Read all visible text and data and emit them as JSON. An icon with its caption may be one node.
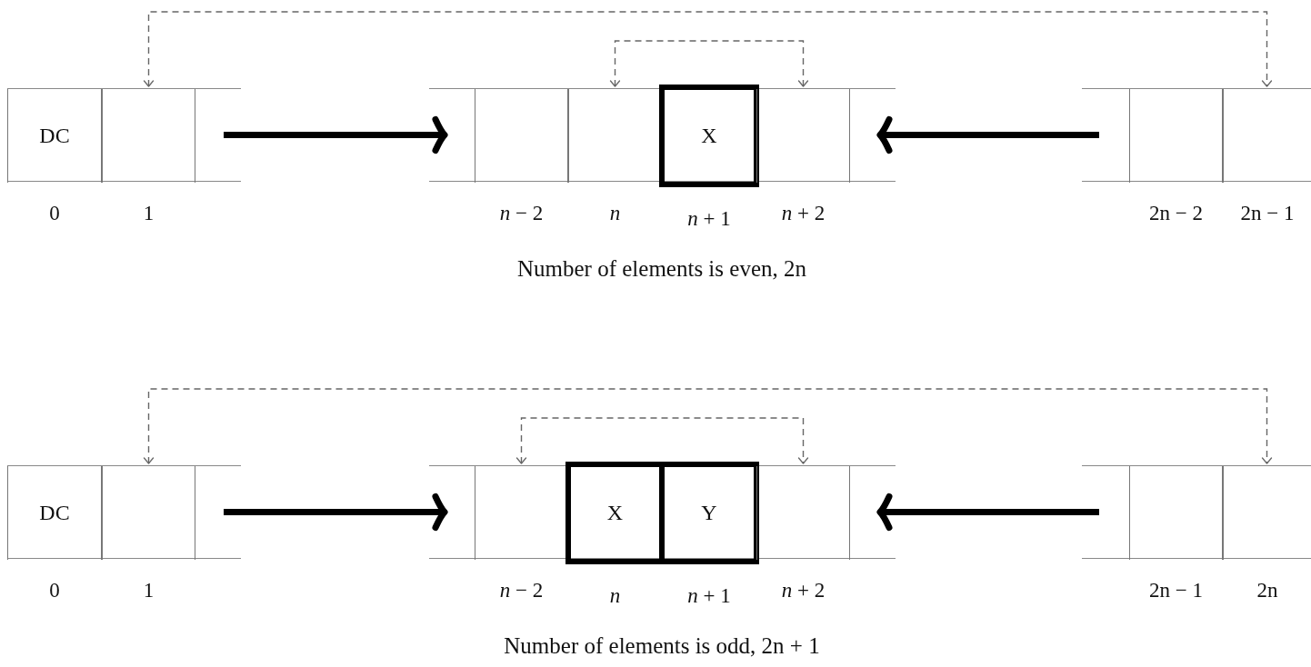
{
  "diagram": {
    "nodes": [
      {
        "text": [],
        "shape": "bar"
      },
      {
        "text": [
          "DC"
        ],
        "in": 0,
        "beside": [
          "0"
        ]
      },
      {
        "text": [],
        "shape": "box",
        "in": 0,
        "beside": [
          "1"
        ]
      },
      {
        "text": [],
        "shape": "bar"
      },
      {
        "text": [],
        "shape": "box",
        "in": 3,
        "beside": [
          "*n* − 2"
        ]
      },
      {
        "text": [],
        "shape": "box",
        "in": 3,
        "beside": [
          "*n*"
        ]
      },
      {
        "text": [
          "X"
        ],
        "in": 3,
        "beside": [
          "*n* + 1"
        ]
      },
      {
        "text": [],
        "shape": "box",
        "in": 3,
        "beside": [
          "*n* + 2"
        ]
      },
      {
        "text": [],
        "shape": "bar"
      },
      {
        "text": [],
        "shape": "box",
        "in": 8,
        "beside": [
          "2n − 2"
        ]
      },
      {
        "text": [],
        "shape": "box",
        "in": 8,
        "beside": [
          "2n − 1"
        ]
      },
      {
        "text": [],
        "shape": "bar"
      },
      {
        "text": [
          "DC"
        ],
        "in": 11,
        "beside": [
          "0"
        ]
      },
      {
        "text": [],
        "shape": "box",
        "in": 11,
        "beside": [
          "1"
        ]
      },
      {
        "text": [],
        "shape": "bar"
      },
      {
        "text": [],
        "shape": "box",
        "in": 14,
        "beside": [
          "*n* − 2"
        ]
      },
      {
        "text": [
          "X"
        ],
        "in": 14,
        "beside": [
          "*n*"
        ]
      },
      {
        "text": [
          "Y"
        ],
        "in": 14,
        "beside": [
          "*n* + 1"
        ]
      },
      {
        "text": [],
        "shape": "box",
        "in": 14,
        "beside": [
          "*n* + 2"
        ]
      },
      {
        "text": [],
        "shape": "bar"
      },
      {
        "text": [],
        "shape": "box",
        "in": 19,
        "beside": [
          "2n − 1"
        ]
      },
      {
        "text": [],
        "shape": "box",
        "in": 19,
        "beside": [
          "2n"
        ]
      }
    ],
    "edges": [
      {
        "from": 0,
        "to": 3,
        "arrow": "to",
        "style": "thick"
      },
      {
        "from": 8,
        "to": 3,
        "arrow": "to",
        "style": "thick"
      },
      {
        "from": 2,
        "to": 10,
        "arrow": "both",
        "style": "dashed",
        "color": "#666666"
      },
      {
        "from": 5,
        "to": 7,
        "arrow": "both",
        "style": "dashed",
        "color": "#666666"
      },
      {
        "from": 11,
        "to": 14,
        "arrow": "to",
        "style": "thick"
      },
      {
        "from": 19,
        "to": 14,
        "arrow": "to",
        "style": "thick"
      },
      {
        "from": 13,
        "to": 21,
        "arrow": "both",
        "style": "dashed",
        "color": "#666666"
      },
      {
        "from": 15,
        "to": 18,
        "arrow": "both",
        "style": "dashed",
        "color": "#666666"
      }
    ],
    "labels": [
      "Number of elements is even, 2n",
      "Number of elements is odd, 2n + 1"
    ]
  }
}
